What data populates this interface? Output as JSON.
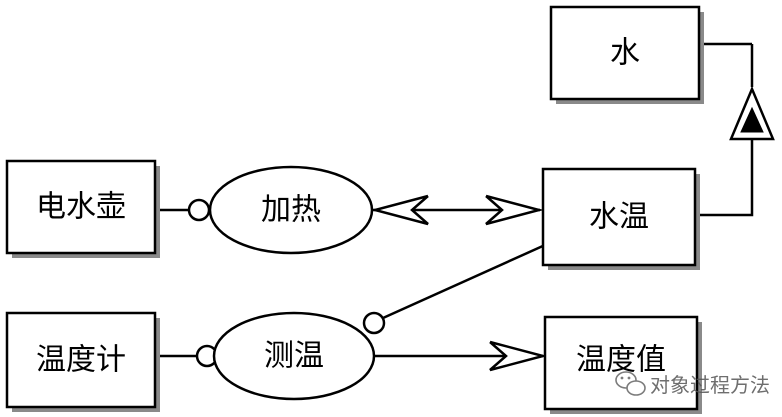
{
  "nodes": {
    "water": "水",
    "kettle": "电水壶",
    "heat": "加热",
    "water_temp": "水温",
    "thermometer": "温度计",
    "measure_temp": "测温",
    "temp_value": "温度值"
  },
  "watermark": {
    "text": "对象过程方法",
    "icon": "wechat-icon"
  },
  "colors": {
    "stroke": "#000000",
    "shadow": "#8a8a8a",
    "fill": "#ffffff",
    "watermark": "#555555"
  }
}
